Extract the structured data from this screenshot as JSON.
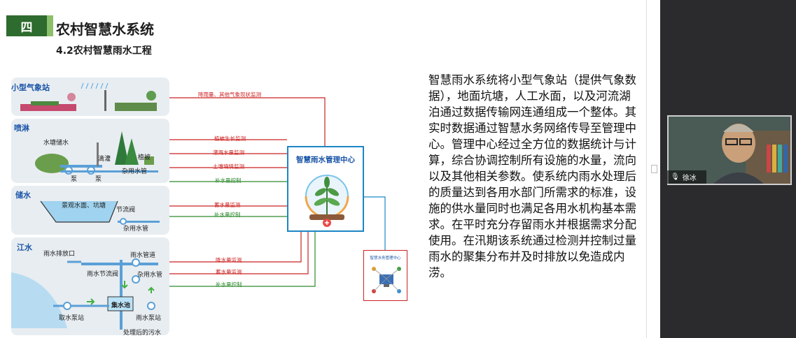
{
  "header": {
    "badge": "四",
    "title": "农村智慧水系统",
    "subtitle": "4.2农村智慧雨水工程"
  },
  "panels": {
    "weather": {
      "label": "小型气象站"
    },
    "spray": {
      "label": "喷淋",
      "texts": [
        "水塘储水",
        "滴灌",
        "植被",
        "杂用水管",
        "泵",
        "泵"
      ]
    },
    "storage": {
      "label": "储水",
      "texts": [
        "景观水面、坑塘",
        "节流阀",
        "杂用水管"
      ]
    },
    "river": {
      "label": "江水",
      "texts": [
        "雨水排放口",
        "雨水管道",
        "雨水节流阀",
        "杂用水管",
        "集水池",
        "取水泵站",
        "雨水泵站",
        "处理后的污水"
      ]
    }
  },
  "flows": {
    "weather_monitor": "降雨量、其他气象现状监测",
    "plant_growth": "植被生长监测",
    "irrigation": "灌溉水量监测",
    "soil": "土壤墒情监测",
    "supply1": "补水量控制",
    "storage_level": "蓄水量监测",
    "supply2": "补水量控制",
    "drain": "降水量监测",
    "storage_level2": "蓄水量监测",
    "supply3": "补水量控制"
  },
  "center": {
    "title": "智慧雨水管理中心"
  },
  "mini": {
    "title": "智慧水务管理中心"
  },
  "paragraph": "智慧雨水系统将小型气象站（提供气象数据），地面坑塘，人工水面，以及河流湖泊通过数据传输网连通组成一个整体。其实时数据通过智慧水务网络传导至管理中心。管理中心经过全方位的数据统计与计算，综合协调控制所有设施的水量，流向以及其他相关参数。使系统内雨水处理后的质量达到各用水部门所需求的标准，设施的供水量同时也满足各用水机构基本需求。在平时充分存留雨水并根据需求分配使用。在汛期该系统通过检测并控制过量雨水的聚集分布并及时排放以免造成内涝。",
  "video": {
    "name": "徐冰"
  },
  "colors": {
    "accent_green": "#2e6b2e",
    "red_line": "#cc2222",
    "green_line": "#2d8a2d",
    "blue": "#1a55a8"
  }
}
